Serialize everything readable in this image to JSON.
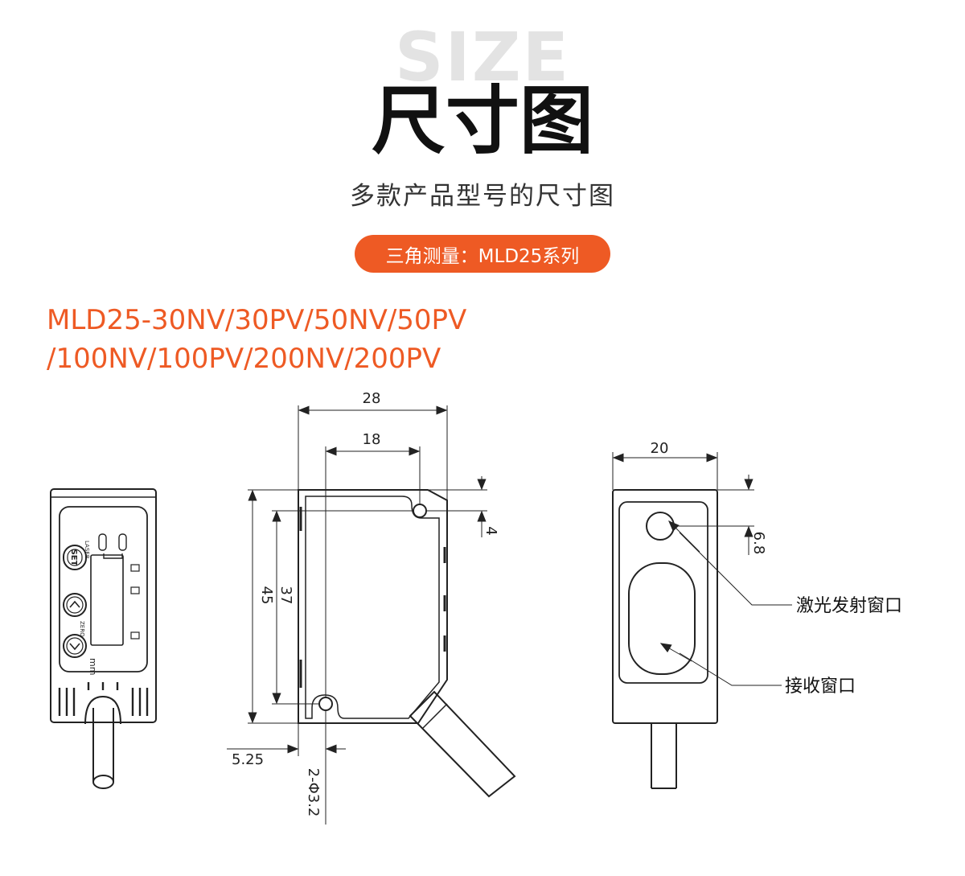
{
  "header": {
    "watermark": "SIZE",
    "title": "尺寸图",
    "subtitle": "多款产品型号的尺寸图",
    "badge": "三角测量：MLD25系列"
  },
  "models": {
    "line1": "MLD25-30NV/30PV/50NV/50PV",
    "line2": "/100NV/100PV/200NV/200PV"
  },
  "front_view": {
    "set_label": "SET",
    "zero_label": "ZERO",
    "mm_label": "mm",
    "lamp_label": "LASER"
  },
  "side_view": {
    "dim_width": "28",
    "dim_hole_spacing": "18",
    "dim_top_offset": "4",
    "dim_height": "45",
    "dim_hole_vertical": "37",
    "dim_left_offset": "5.25",
    "dim_hole_diameter": "2-Φ3.2"
  },
  "rear_view": {
    "dim_width": "20",
    "dim_window_offset": "6.8",
    "callout_emitter": "激光发射窗口",
    "callout_receiver": "接收窗口"
  },
  "colors": {
    "accent": "#ee5a24",
    "line": "#222222"
  }
}
